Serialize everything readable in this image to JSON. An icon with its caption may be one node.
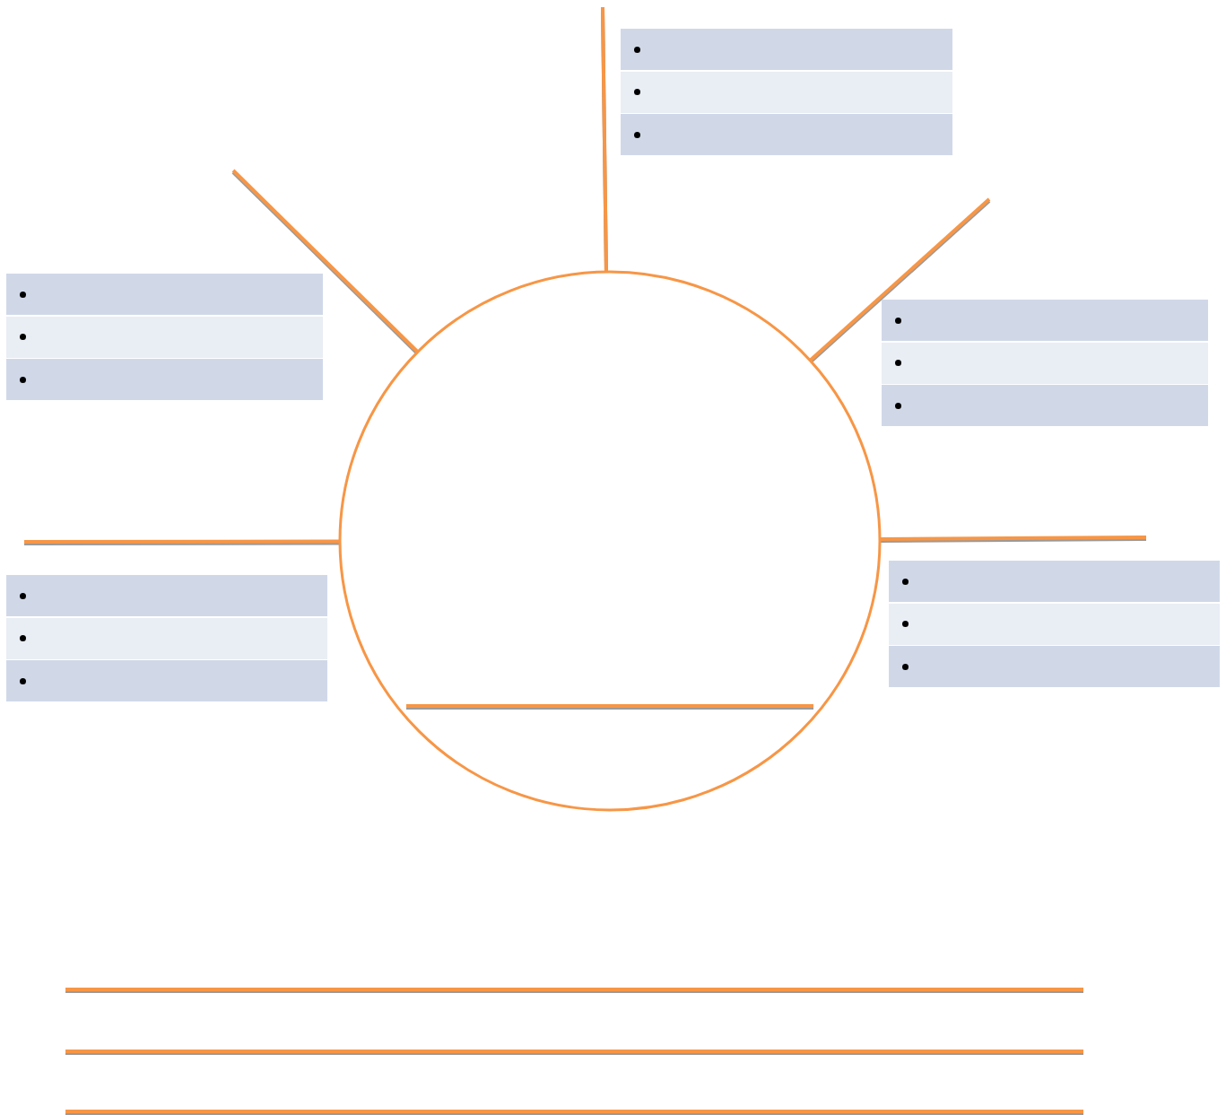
{
  "diagram": {
    "nodes": [
      {
        "text": [],
        "shape": "box"
      },
      {
        "text": [],
        "shape": "circle"
      },
      {
        "text": [],
        "shape": "box"
      },
      {
        "text": [],
        "shape": "box"
      },
      {
        "text": [],
        "shape": "box"
      },
      {
        "text": [],
        "shape": "box"
      }
    ],
    "edges": [
      {
        "from": 1,
        "to": null,
        "arrow": "none"
      },
      {
        "from": 1,
        "to": null,
        "arrow": "none"
      },
      {
        "from": 1,
        "to": null,
        "arrow": "none"
      },
      {
        "from": 1,
        "to": null,
        "arrow": "none"
      },
      {
        "from": 1,
        "to": null,
        "arrow": "none"
      }
    ]
  }
}
